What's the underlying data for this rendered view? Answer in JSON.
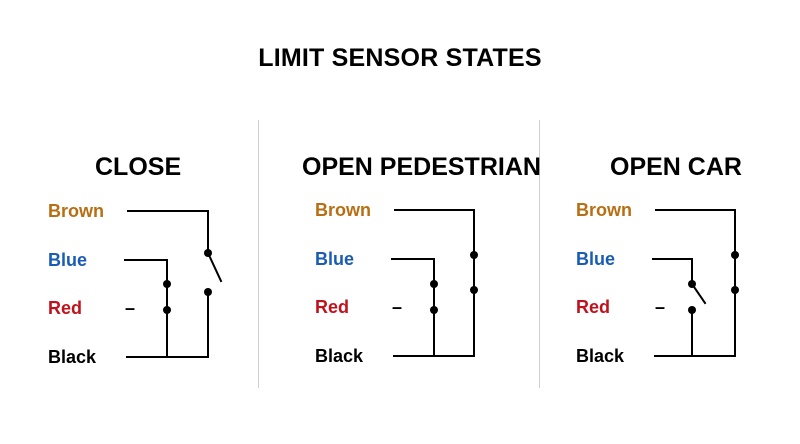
{
  "title": "LIMIT SENSOR STATES",
  "wire_colors": {
    "brown": "#b86e12",
    "blue": "#1a5cb5",
    "red": "#c0121c",
    "black": "#000000"
  },
  "panels": [
    {
      "title": "CLOSE",
      "labels": {
        "brown": "Brown",
        "blue": "Blue",
        "red": "Red",
        "black": "Black"
      },
      "red_marker": "–"
    },
    {
      "title": "OPEN PEDESTRIAN",
      "labels": {
        "brown": "Brown",
        "blue": "Blue",
        "red": "Red",
        "black": "Black"
      },
      "red_marker": "–"
    },
    {
      "title": "OPEN CAR",
      "labels": {
        "brown": "Brown",
        "blue": "Blue",
        "red": "Red",
        "black": "Black"
      },
      "red_marker": "–"
    }
  ]
}
